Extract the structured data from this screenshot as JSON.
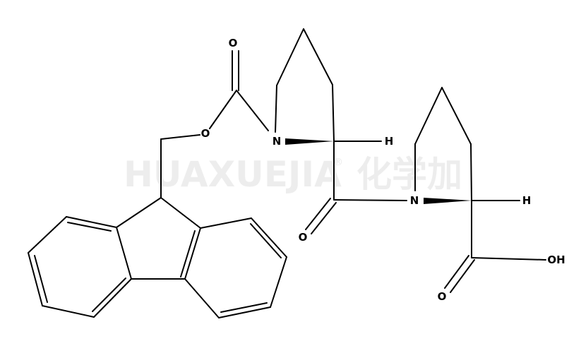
{
  "watermark": {
    "text": "HUAXUEJIA",
    "registered_mark": "®",
    "chinese": "化学加"
  },
  "atoms": {
    "O_carbonyl_top": "O",
    "O_ester": "O",
    "N_pyrrolidine_1": "N",
    "H_stereo_1": "H",
    "N_pyrrolidine_2": "N",
    "H_stereo_2": "H",
    "O_amide": "O",
    "OH_acid": "OH",
    "O_acid": "O"
  }
}
